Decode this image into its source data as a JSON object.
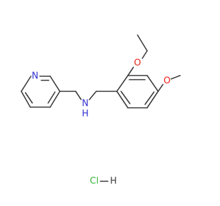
{
  "molecule": {
    "atoms": {
      "pyridine_n": "N",
      "amine_n": "N",
      "amine_h": "H",
      "ethoxy_o": "O",
      "methoxy_o": "O",
      "hcl_cl": "Cl",
      "hcl_h": "H"
    }
  },
  "colors": {
    "bond": "#3a3a3a",
    "nitrogen": "#2f2fd0",
    "oxygen": "#e8231a",
    "chlorine": "#35b335",
    "carbon": "#3a3a3a"
  }
}
